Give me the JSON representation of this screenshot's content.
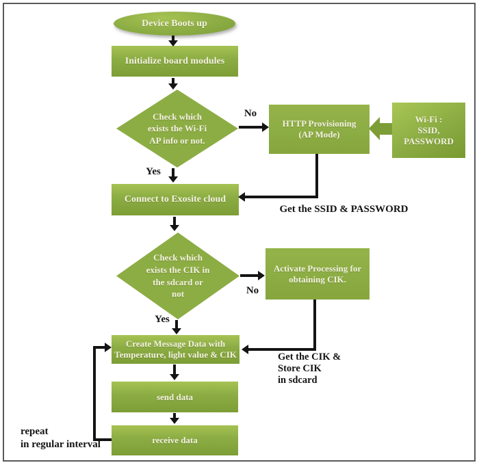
{
  "diagram": {
    "type": "flowchart",
    "nodes": {
      "start": {
        "shape": "terminator",
        "label": "Device Boots up"
      },
      "init": {
        "shape": "process",
        "label": "Initialize board modules"
      },
      "check_wifi": {
        "shape": "decision",
        "label": "Check which\nexists  the Wi-Fi\nAP info or not."
      },
      "http_prov": {
        "shape": "process",
        "label": "HTTP Provisioning\n(AP Mode)"
      },
      "wifi_info": {
        "shape": "process",
        "label": "Wi-Fi :\nSSID,\nPASSWORD"
      },
      "connect": {
        "shape": "process",
        "label": "Connect to Exosite cloud"
      },
      "check_cik": {
        "shape": "decision",
        "label": "Check which\nexists the CIK in\nthe sdcard or\nnot"
      },
      "activate": {
        "shape": "process",
        "label": "Activate Processing  for\nobtaining CIK."
      },
      "create_msg": {
        "shape": "process",
        "label": "Create Message Data with\nTemperature, light value & CIK"
      },
      "send": {
        "shape": "process",
        "label": "send data"
      },
      "receive": {
        "shape": "process",
        "label": "receive data"
      }
    },
    "edge_labels": {
      "no_wifi": "No",
      "yes_wifi": "Yes",
      "no_cik": "No",
      "yes_cik": "Yes",
      "get_ssid": "Get the SSID & PASSWORD",
      "get_cik": "Get the CIK &\nStore CIK\nin sdcard",
      "repeat": "repeat\nin regular interval"
    }
  },
  "colors": {
    "node_green": "#8cad44",
    "node_green_light": "#a6c253",
    "node_green_dark": "#7d9d36",
    "text_light": "#f3f0e1",
    "ink": "#141414",
    "frame_border": "#58595b",
    "page_bg": "#ffffff"
  }
}
